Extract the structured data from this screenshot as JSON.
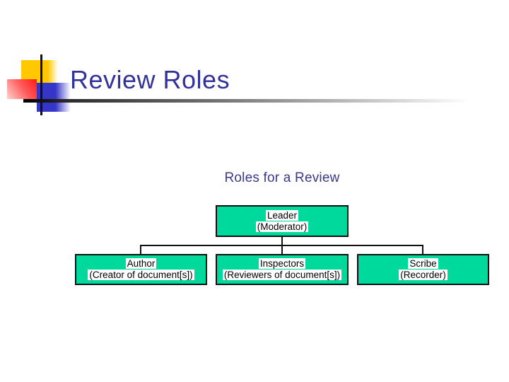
{
  "slide": {
    "title": "Review Roles"
  },
  "diagram": {
    "title": "Roles for a Review",
    "type": "org-chart",
    "nodes": {
      "leader": {
        "role": "Leader",
        "subtitle": "(Moderator)"
      },
      "author": {
        "role": "Author",
        "subtitle": "(Creator of document[s])"
      },
      "inspectors": {
        "role": "Inspectors",
        "subtitle": "(Reviewers of document[s])"
      },
      "scribe": {
        "role": "Scribe",
        "subtitle": "(Recorder)"
      }
    },
    "hierarchy": {
      "root": "leader",
      "children_of_root": [
        "author",
        "inspectors",
        "scribe"
      ]
    }
  },
  "colors": {
    "background": "#FFFFFF",
    "slide_title_text": "#32329B",
    "diagram_title_text": "#3A3A8C",
    "node_fill": "#00D99C",
    "node_border": "#111111",
    "node_text_highlight": "#FFFFFF",
    "connector": "#111111",
    "decor_yellow": "#FFC800",
    "decor_red": "#FF1A1A",
    "decor_blue": "#3535C8",
    "title_rule_start": "#000000"
  }
}
